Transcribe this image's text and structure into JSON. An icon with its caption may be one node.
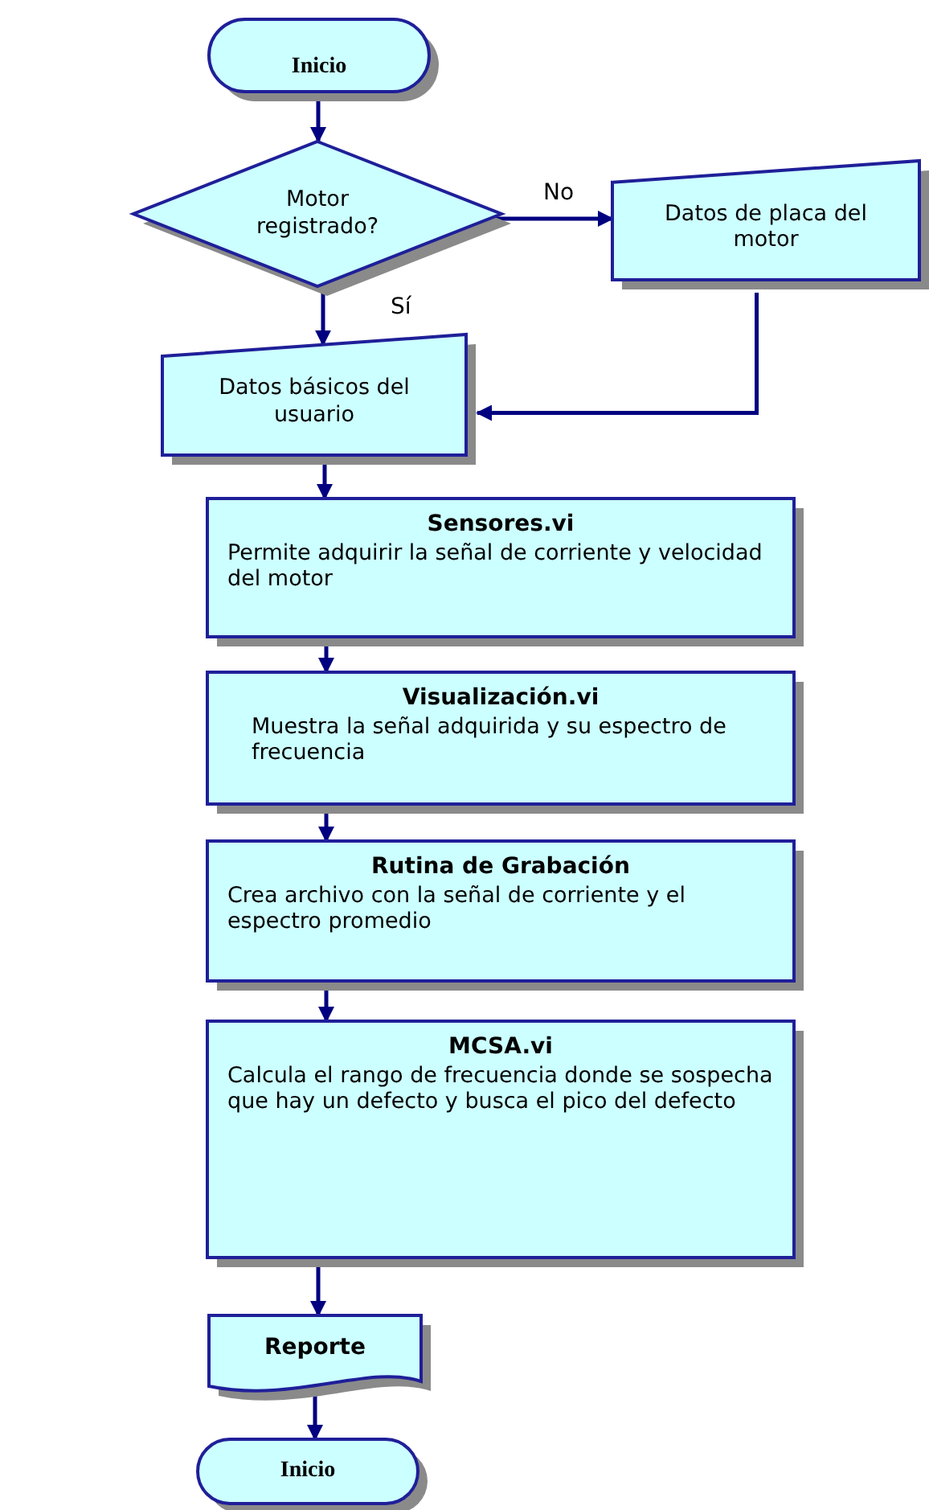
{
  "diagram": {
    "nodes": [
      {
        "text": [
          "Inicio"
        ]
      },
      {
        "text": [
          "Motor registrado?"
        ]
      },
      {
        "text": [
          "Datos de placa del motor"
        ]
      },
      {
        "text": [
          "Datos básicos del usuario"
        ]
      },
      {
        "text": [
          "Sensores.vi",
          "Permite adquirir la señal de corriente y velocidad del motor"
        ]
      },
      {
        "text": [
          "Visualización.vi",
          "Muestra la señal adquirida y su espectro de frecuencia"
        ]
      },
      {
        "text": [
          "Rutina de Grabación",
          "Crea archivo con la señal de corriente y el espectro promedio"
        ]
      },
      {
        "text": [
          "MCSA.vi",
          "Calcula el rango de frecuencia donde se sospecha que hay un defecto y busca el pico del defecto"
        ]
      },
      {
        "text": [
          "Reporte"
        ]
      },
      {
        "text": [
          "Inicio"
        ]
      }
    ],
    "edges": [
      {
        "from": 0,
        "to": 1,
        "arrow": "to"
      },
      {
        "from": 1,
        "to": 2,
        "arrow": "to",
        "label": "No"
      },
      {
        "from": 1,
        "to": 3,
        "arrow": "to",
        "label": "Sí"
      },
      {
        "from": 2,
        "to": 3,
        "arrow": "to"
      },
      {
        "from": 3,
        "to": 4,
        "arrow": "to"
      },
      {
        "from": 4,
        "to": 5,
        "arrow": "to"
      },
      {
        "from": 5,
        "to": 6,
        "arrow": "to"
      },
      {
        "from": 6,
        "to": 7,
        "arrow": "to"
      },
      {
        "from": 7,
        "to": 8,
        "arrow": "to"
      },
      {
        "from": 8,
        "to": 9,
        "arrow": "to"
      }
    ]
  }
}
